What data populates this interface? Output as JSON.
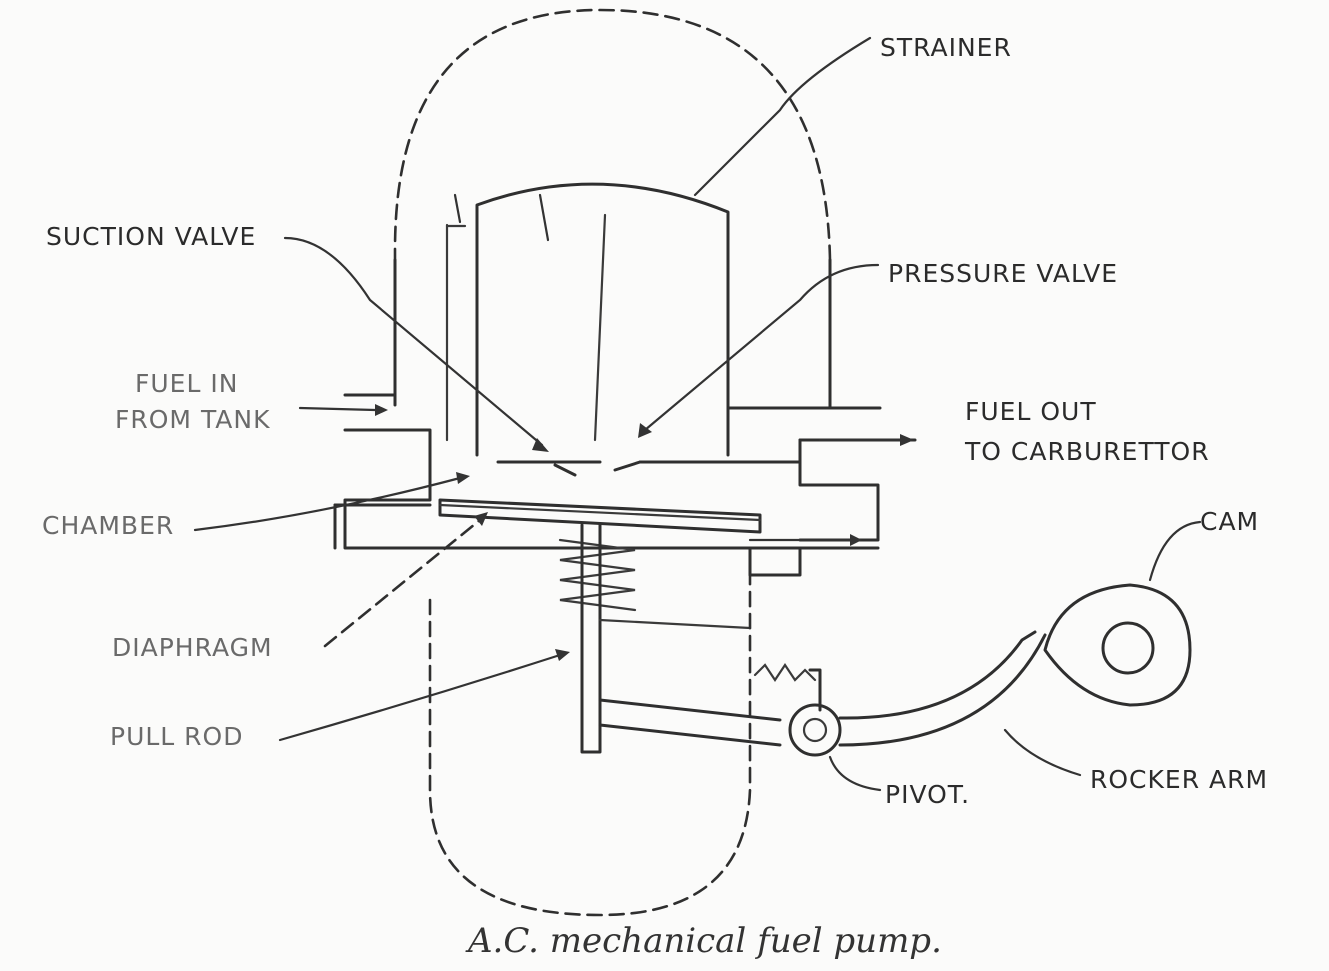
{
  "diagram": {
    "labels": {
      "strainer": "STRAINER",
      "suction_valve": "SUCTION VALVE",
      "pressure_valve": "PRESSURE VALVE",
      "fuel_in_line1": "FUEL IN",
      "fuel_in_line2": "FROM TANK",
      "fuel_out_line1": "FUEL OUT",
      "fuel_out_line2": "TO CARBURETTOR",
      "chamber": "CHAMBER",
      "diaphragm": "DIAPHRAGM",
      "pull_rod": "PULL ROD",
      "cam": "CAM",
      "pivot": "PIVOT.",
      "rocker_arm": "ROCKER ARM"
    },
    "caption": "A.C. mechanical fuel pump."
  }
}
